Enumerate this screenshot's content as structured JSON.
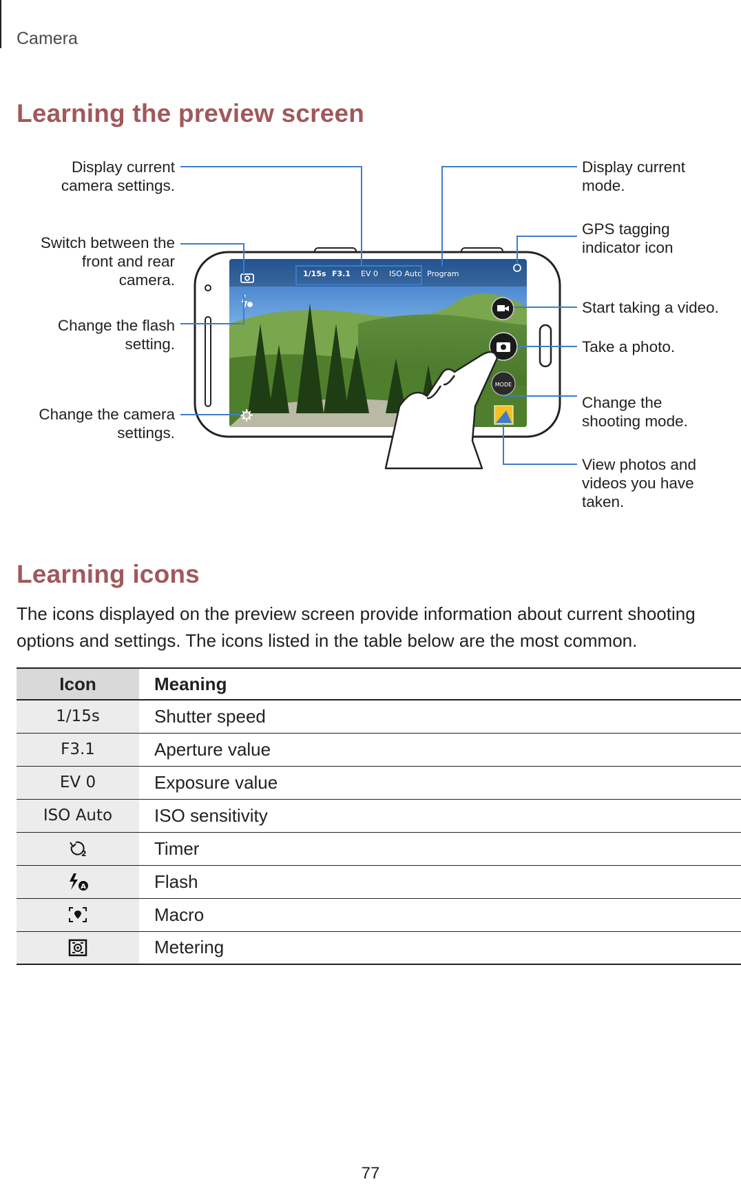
{
  "header": {
    "section": "Camera"
  },
  "titles": {
    "preview": "Learning the preview screen",
    "icons": "Learning icons"
  },
  "callouts": {
    "display_settings": [
      "Display current",
      "camera settings."
    ],
    "switch_camera": [
      "Switch between the",
      "front and rear",
      "camera."
    ],
    "change_flash": [
      "Change the flash",
      "setting."
    ],
    "camera_settings": [
      "Change the camera",
      "settings."
    ],
    "display_mode": [
      "Display current",
      "mode."
    ],
    "gps": [
      "GPS tagging",
      "indicator icon"
    ],
    "start_video": [
      "Start taking a video."
    ],
    "take_photo": [
      "Take a photo."
    ],
    "shooting_mode": [
      "Change the",
      "shooting mode."
    ],
    "gallery": [
      "View photos and",
      "videos you have",
      "taken."
    ]
  },
  "preview_screen": {
    "status_items": [
      "1/15s",
      "F3.1",
      "EV 0",
      "ISO Auto",
      "Program"
    ],
    "mode_button": "MODE"
  },
  "intro": "The icons displayed on the preview screen provide information about current shooting options and settings. The icons listed in the table below are the most common.",
  "table": {
    "headers": [
      "Icon",
      "Meaning"
    ],
    "rows": [
      {
        "icon_text": "1/15s",
        "meaning": "Shutter speed"
      },
      {
        "icon_text": "F3.1",
        "meaning": "Aperture value"
      },
      {
        "icon_text": "EV 0",
        "meaning": "Exposure value"
      },
      {
        "icon_text": "ISO Auto",
        "meaning": "ISO sensitivity"
      },
      {
        "icon": "timer-icon",
        "meaning": "Timer"
      },
      {
        "icon": "flash-auto-icon",
        "meaning": "Flash"
      },
      {
        "icon": "macro-icon",
        "meaning": "Macro"
      },
      {
        "icon": "metering-icon",
        "meaning": "Metering"
      }
    ]
  },
  "page_number": "77",
  "colors": {
    "heading": "#a1585b",
    "callout_line": "#3d7cc9",
    "text": "#231f20"
  }
}
